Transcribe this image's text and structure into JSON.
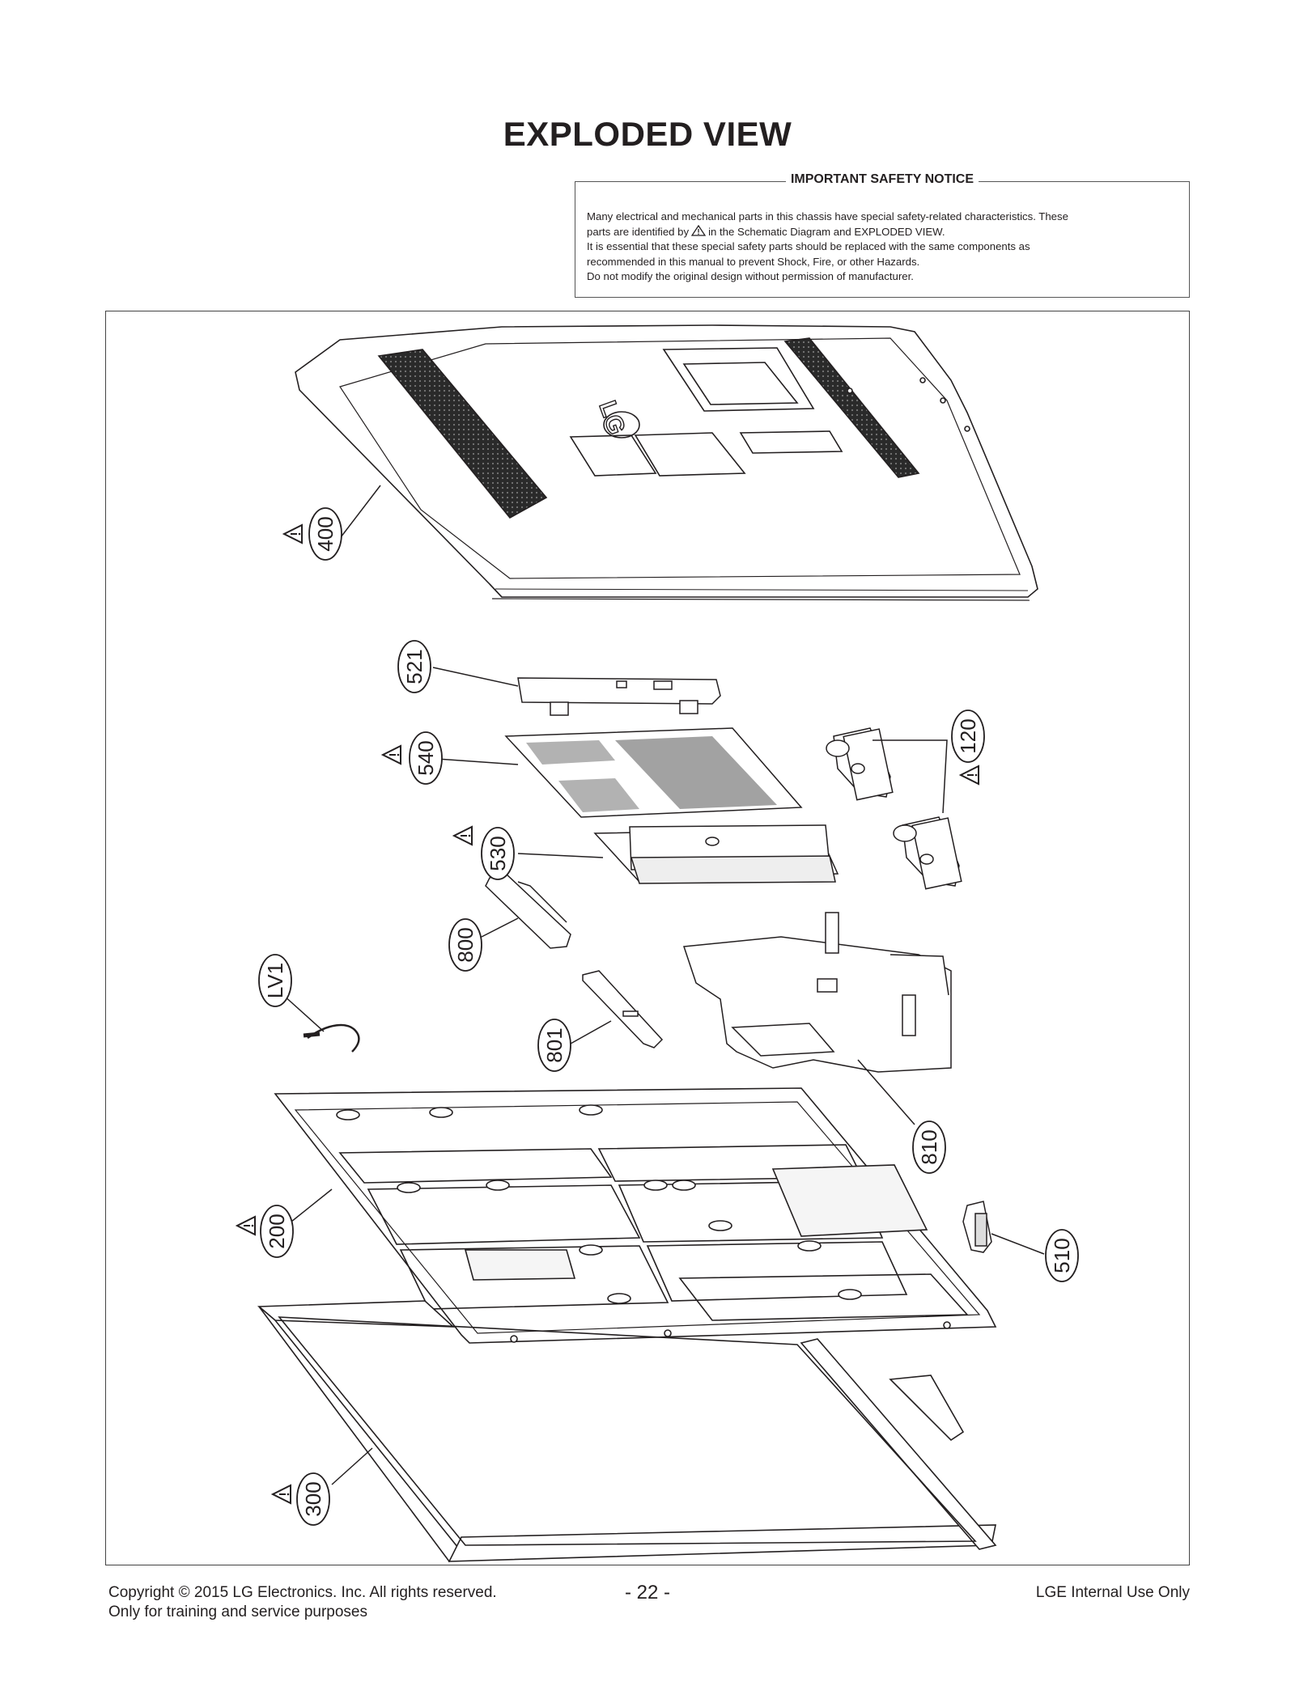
{
  "page": {
    "title": "EXPLODED VIEW"
  },
  "notice": {
    "heading": "IMPORTANT SAFETY NOTICE",
    "line1": "Many electrical and mechanical parts in this chassis have special safety-related characteristics. These",
    "line2_before": "parts are identified by",
    "line2_after": "in the Schematic Diagram and EXPLODED VIEW.",
    "line3": "It is essential that these special safety parts should be replaced with the same components as",
    "line4": "recommended in this manual to prevent Shock, Fire, or other Hazards.",
    "line5": "Do not modify the original design without permission of manufacturer."
  },
  "parts": [
    {
      "id": "400",
      "safety": true
    },
    {
      "id": "521",
      "safety": false
    },
    {
      "id": "540",
      "safety": true
    },
    {
      "id": "120",
      "safety": true
    },
    {
      "id": "530",
      "safety": true
    },
    {
      "id": "800",
      "safety": false
    },
    {
      "id": "LV1",
      "safety": false
    },
    {
      "id": "801",
      "safety": false
    },
    {
      "id": "810",
      "safety": false
    },
    {
      "id": "200",
      "safety": true
    },
    {
      "id": "510",
      "safety": false
    },
    {
      "id": "300",
      "safety": true
    }
  ],
  "footer": {
    "copyright": "Copyright  © 2015 LG Electronics. Inc. All rights reserved.",
    "purpose": "Only for training and service purposes",
    "page_number": "- 22 -",
    "internal": "LGE Internal Use Only"
  }
}
